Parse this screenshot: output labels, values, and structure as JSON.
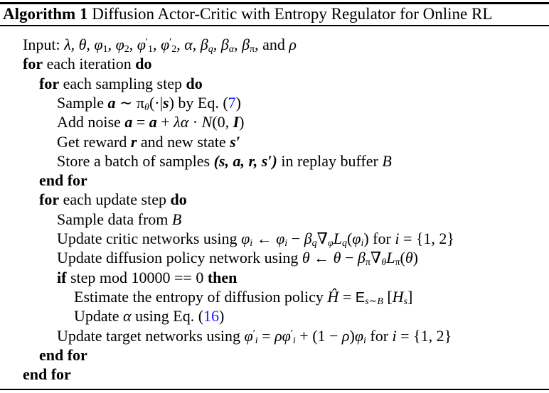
{
  "algorithm": {
    "label": "Algorithm 1",
    "title": "Diffusion Actor-Critic with Entropy Regulator for Online RL",
    "lines": [
      {
        "indent": 0,
        "segs": [
          [
            "Input: ",
            "n"
          ],
          [
            "λ",
            "i"
          ],
          [
            ", ",
            "n"
          ],
          [
            "θ",
            "i"
          ],
          [
            ", ",
            "n"
          ],
          [
            "φ",
            "i"
          ],
          [
            "1",
            "subr"
          ],
          [
            ", ",
            "n"
          ],
          [
            "φ",
            "i"
          ],
          [
            "2",
            "subr"
          ],
          [
            ", ",
            "n"
          ],
          [
            "φ",
            "i"
          ],
          [
            "′",
            "sup"
          ],
          [
            "1",
            "subr"
          ],
          [
            ", ",
            "n"
          ],
          [
            "φ",
            "i"
          ],
          [
            "′",
            "sup"
          ],
          [
            "2",
            "subr"
          ],
          [
            ", ",
            "n"
          ],
          [
            "α",
            "i"
          ],
          [
            ", ",
            "n"
          ],
          [
            "β",
            "i"
          ],
          [
            "q",
            "sub"
          ],
          [
            ", ",
            "n"
          ],
          [
            "β",
            "i"
          ],
          [
            "α",
            "sub"
          ],
          [
            ", ",
            "n"
          ],
          [
            "β",
            "i"
          ],
          [
            "π",
            "subr"
          ],
          [
            ", and ",
            "n"
          ],
          [
            "ρ",
            "i"
          ]
        ]
      },
      {
        "indent": 0,
        "segs": [
          [
            "for",
            "b"
          ],
          [
            " each iteration ",
            "n"
          ],
          [
            "do",
            "b"
          ]
        ]
      },
      {
        "indent": 1,
        "segs": [
          [
            "for",
            "b"
          ],
          [
            " each sampling step ",
            "n"
          ],
          [
            "do",
            "b"
          ]
        ]
      },
      {
        "indent": 2,
        "segs": [
          [
            "Sample ",
            "n"
          ],
          [
            "a",
            "bi"
          ],
          [
            " ∼ π",
            "n"
          ],
          [
            "θ",
            "sub"
          ],
          [
            "(·|",
            "n"
          ],
          [
            "s",
            "bi"
          ],
          [
            ") by Eq. (",
            "n"
          ],
          [
            "7",
            "link"
          ],
          [
            ")",
            "n"
          ]
        ]
      },
      {
        "indent": 2,
        "segs": [
          [
            "Add noise ",
            "n"
          ],
          [
            "a",
            "bi"
          ],
          [
            " = ",
            "n"
          ],
          [
            "a",
            "bi"
          ],
          [
            " + ",
            "n"
          ],
          [
            "λα",
            "i"
          ],
          [
            " · ",
            "n"
          ],
          [
            "N",
            "cal"
          ],
          [
            "(0, ",
            "n"
          ],
          [
            "I",
            "bi"
          ],
          [
            ")",
            "n"
          ]
        ]
      },
      {
        "indent": 2,
        "segs": [
          [
            "Get reward ",
            "n"
          ],
          [
            "r",
            "bi"
          ],
          [
            " and new state ",
            "n"
          ],
          [
            "s′",
            "bi"
          ]
        ]
      },
      {
        "indent": 2,
        "segs": [
          [
            "Store a batch of samples ",
            "n"
          ],
          [
            "(s, a, r, s′)",
            "bi"
          ],
          [
            " in replay buffer ",
            "n"
          ],
          [
            "B",
            "cal"
          ]
        ]
      },
      {
        "indent": 1,
        "segs": [
          [
            "end for",
            "b"
          ]
        ]
      },
      {
        "indent": 1,
        "segs": [
          [
            "for",
            "b"
          ],
          [
            " each update step ",
            "n"
          ],
          [
            "do",
            "b"
          ]
        ]
      },
      {
        "indent": 2,
        "segs": [
          [
            "Sample data from ",
            "n"
          ],
          [
            "B",
            "cal"
          ]
        ]
      },
      {
        "indent": 2,
        "segs": [
          [
            "Update critic networks using ",
            "n"
          ],
          [
            "φ",
            "i"
          ],
          [
            "i",
            "sub"
          ],
          [
            " ← ",
            "n"
          ],
          [
            "φ",
            "i"
          ],
          [
            "i",
            "sub"
          ],
          [
            " − ",
            "n"
          ],
          [
            "β",
            "i"
          ],
          [
            "q",
            "sub"
          ],
          [
            "∇",
            "n"
          ],
          [
            "φ",
            "sub"
          ],
          [
            "L",
            "cal"
          ],
          [
            "q",
            "sub"
          ],
          [
            "(",
            "n"
          ],
          [
            "φ",
            "i"
          ],
          [
            "i",
            "sub"
          ],
          [
            ") for ",
            "n"
          ],
          [
            "i",
            "i"
          ],
          [
            " = {1, 2}",
            "n"
          ]
        ]
      },
      {
        "indent": 2,
        "segs": [
          [
            "Update diffusion policy network using ",
            "n"
          ],
          [
            "θ",
            "i"
          ],
          [
            " ← ",
            "n"
          ],
          [
            "θ",
            "i"
          ],
          [
            " − ",
            "n"
          ],
          [
            "β",
            "i"
          ],
          [
            "π",
            "subr"
          ],
          [
            "∇",
            "n"
          ],
          [
            "θ",
            "sub"
          ],
          [
            "L",
            "cal"
          ],
          [
            "π",
            "subr"
          ],
          [
            "(",
            "n"
          ],
          [
            "θ",
            "i"
          ],
          [
            ")",
            "n"
          ]
        ]
      },
      {
        "indent": 2,
        "segs": [
          [
            "if",
            "b"
          ],
          [
            " step mod 10000 == 0 ",
            "n"
          ],
          [
            "then",
            "b"
          ]
        ]
      },
      {
        "indent": 3,
        "segs": [
          [
            "Estimate the entropy of diffusion policy ",
            "n"
          ],
          [
            "Ĥ",
            "cal"
          ],
          [
            " = ",
            "n"
          ],
          [
            "E",
            "bb"
          ],
          [
            "s∼B",
            "sub"
          ],
          [
            " [",
            "n"
          ],
          [
            "H",
            "cal"
          ],
          [
            "s",
            "sub"
          ],
          [
            "]",
            "n"
          ]
        ]
      },
      {
        "indent": 3,
        "segs": [
          [
            "Update ",
            "n"
          ],
          [
            "α",
            "i"
          ],
          [
            " using Eq. (",
            "n"
          ],
          [
            "16",
            "link"
          ],
          [
            ")",
            "n"
          ]
        ]
      },
      {
        "indent": 2,
        "segs": [
          [
            "Update target networks using ",
            "n"
          ],
          [
            "φ",
            "i"
          ],
          [
            "′",
            "sup"
          ],
          [
            "i",
            "sub"
          ],
          [
            " = ",
            "n"
          ],
          [
            "ρφ",
            "i"
          ],
          [
            "′",
            "sup"
          ],
          [
            "i",
            "sub"
          ],
          [
            " + (1 − ",
            "n"
          ],
          [
            "ρ",
            "i"
          ],
          [
            ")",
            "n"
          ],
          [
            "φ",
            "i"
          ],
          [
            "i",
            "sub"
          ],
          [
            " for ",
            "n"
          ],
          [
            "i",
            "i"
          ],
          [
            " = {1, 2}",
            "n"
          ]
        ]
      },
      {
        "indent": 1,
        "segs": [
          [
            "end for",
            "b"
          ]
        ]
      },
      {
        "indent": 0,
        "segs": [
          [
            "end for",
            "b"
          ]
        ]
      }
    ]
  }
}
